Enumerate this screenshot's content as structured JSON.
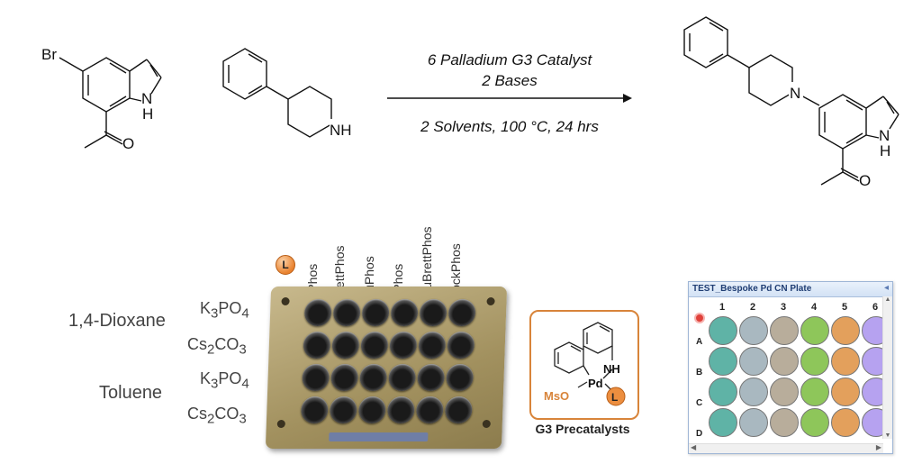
{
  "reactants": {
    "aryl_bromide": {
      "br_label": "Br",
      "nh_label": "N",
      "h_label": "H",
      "o_label": "O"
    },
    "amine": {
      "nh_label": "NH"
    }
  },
  "conditions": {
    "line1": "6 Palladium G3 Catalyst",
    "line2": "2 Bases",
    "line3": "2 Solvents, 100 °C, 24 hrs"
  },
  "product": {
    "n_label": "N",
    "nh_label": "N",
    "h_label": "H",
    "o_label": "O"
  },
  "ligand_badge": "L",
  "ligands": [
    "SPhos",
    "BrettPhos",
    "RuPhos",
    "XPhos",
    "tBuBrettPhos",
    "RockPhos"
  ],
  "solvents": [
    "1,4-Dioxane",
    "Toluene"
  ],
  "bases": [
    {
      "main": "K",
      "sub": "3",
      "tail": "PO",
      "sub2": "4"
    },
    {
      "main": "Cs",
      "sub": "2",
      "tail": "CO",
      "sub2": "3"
    },
    {
      "main": "K",
      "sub": "3",
      "tail": "PO",
      "sub2": "4"
    },
    {
      "main": "Cs",
      "sub": "2",
      "tail": "CO",
      "sub2": "3"
    }
  ],
  "precatalyst": {
    "nh_label": "NH",
    "pd_label": "Pd",
    "mso_label": "MsO",
    "l_label": "L",
    "caption": "G3 Precatalysts"
  },
  "plate_window": {
    "title": "TEST_Bespoke Pd CN Plate",
    "columns": [
      "1",
      "2",
      "3",
      "4",
      "5",
      "6"
    ],
    "rows": [
      "A",
      "B",
      "C",
      "D"
    ],
    "column_colors": [
      "#5fb3a6",
      "#a9b8c0",
      "#b8ad9b",
      "#8ec65a",
      "#e3a05c",
      "#b6a2f0"
    ]
  }
}
